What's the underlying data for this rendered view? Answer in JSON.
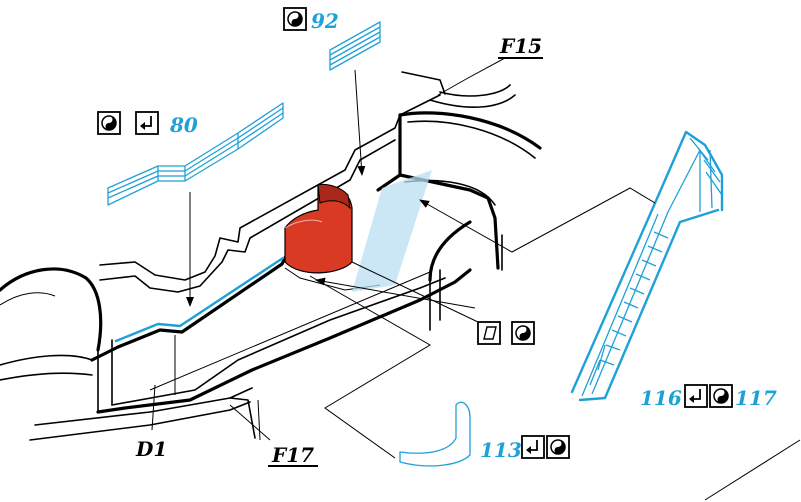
{
  "colors": {
    "part_blue": "#1ea0d8",
    "translucent_blue": "#b9dff2",
    "red_part": "#d93a23",
    "line": "#000000"
  },
  "icons": {
    "paint": "paint-icon",
    "bend": "bend-icon",
    "glue_surface": "glue-surface-icon"
  },
  "callouts": {
    "part_80": "80",
    "part_92": "92",
    "part_116": "116",
    "part_117": "117",
    "part_113": "113"
  },
  "references": {
    "f15": "F15",
    "f17": "F17",
    "d1": "D1"
  }
}
